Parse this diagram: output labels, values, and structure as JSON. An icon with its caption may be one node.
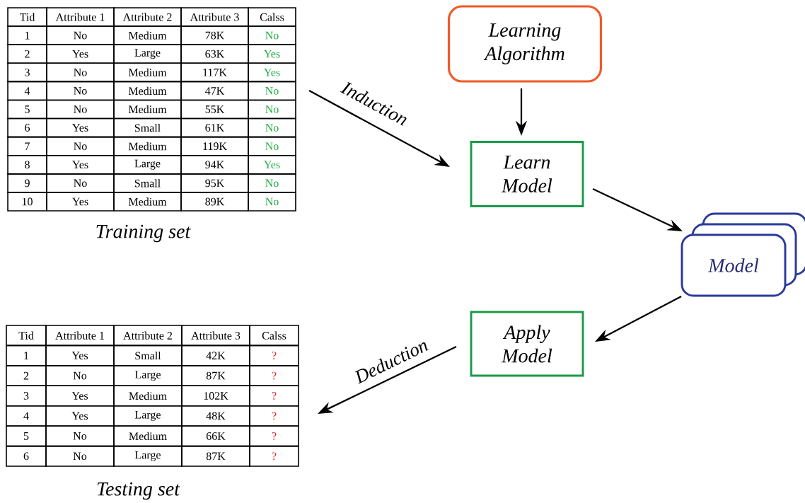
{
  "diagram": {
    "nodes": [
      {
        "text": [
          "Tid",
          "Attribute 1",
          "Attribute 2",
          "Attribute 3",
          "Calss",
          "1",
          "No",
          "Medium",
          "78K",
          "No",
          "2",
          "Yes",
          "Large",
          "63K",
          "Yes",
          "3",
          "No",
          "Medium",
          "117K",
          "Yes",
          "4",
          "No",
          "Medium",
          "47K",
          "No",
          "5",
          "No",
          "Medium",
          "55K",
          "No",
          "6",
          "Yes",
          "Small",
          "61K",
          "No",
          "7",
          "No",
          "Medium",
          "119K",
          "No",
          "8",
          "Yes",
          "Large",
          "94K",
          "Yes",
          "9",
          "No",
          "Small",
          "95K",
          "No",
          "10",
          "Yes",
          "Medium",
          "89K",
          "No"
        ],
        "beside": [
          "Training set"
        ]
      },
      {
        "text": [
          "Learning Algorithm"
        ]
      },
      {
        "text": [
          "Learn Model"
        ]
      },
      {
        "text": [
          "Model"
        ]
      },
      {
        "text": [
          "Apply Model"
        ]
      },
      {
        "text": [
          "Tid",
          "Attribute 1",
          "Attribute 2",
          "Attribute 3",
          "Calss",
          "1",
          "Yes",
          "Small",
          "42K",
          "?",
          "2",
          "No",
          "Large",
          "87K",
          "?",
          "3",
          "Yes",
          "Medium",
          "102K",
          "?",
          "4",
          "Yes",
          "Large",
          "48K",
          "?",
          "5",
          "No",
          "Medium",
          "66K",
          "?",
          "6",
          "No",
          "Large",
          "87K",
          "?"
        ],
        "beside": [
          "Testing set"
        ]
      }
    ],
    "edges": [
      {
        "from": 0,
        "to": 2,
        "arrow": "to",
        "label": "Induction"
      },
      {
        "from": 1,
        "to": 2,
        "arrow": "to"
      },
      {
        "from": 2,
        "to": 3,
        "arrow": "to"
      },
      {
        "from": 3,
        "to": 4,
        "arrow": "to"
      },
      {
        "from": 4,
        "to": 5,
        "arrow": "to",
        "label": "Deduction"
      }
    ]
  }
}
